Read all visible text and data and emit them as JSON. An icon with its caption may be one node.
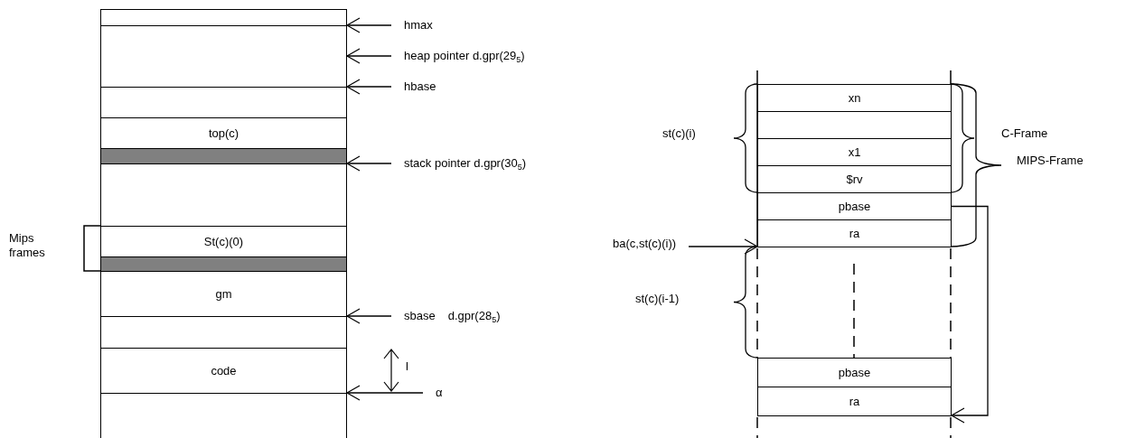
{
  "diagram": {
    "nodes": [
      {
        "text": [],
        "shape": "box"
      },
      {
        "text": [],
        "shape": "box"
      },
      {
        "text": [],
        "shape": "box"
      },
      {
        "text": [
          "top(c)"
        ]
      },
      {
        "text": [],
        "shape": "bar"
      },
      {
        "text": [],
        "shape": "box"
      },
      {
        "text": [
          "St(c)(0)"
        ]
      },
      {
        "text": [],
        "shape": "bar"
      },
      {
        "text": [
          "gm"
        ]
      },
      {
        "text": [],
        "shape": "box"
      },
      {
        "text": [
          "code"
        ]
      },
      {
        "text": [],
        "shape": "box"
      },
      {
        "text": [
          "hmax"
        ]
      },
      {
        "text": [
          "heap pointer d.gpr(29$_{5}$)"
        ]
      },
      {
        "text": [
          "hbase"
        ]
      },
      {
        "text": [
          "stack pointer d.gpr(30$_{5}$)"
        ]
      },
      {
        "text": [
          "sbase",
          "d.gpr(28$_{5}$)"
        ]
      },
      {
        "text": [
          "α"
        ]
      },
      {
        "text": [
          "xn"
        ]
      },
      {
        "text": [],
        "shape": "box"
      },
      {
        "text": [
          "x1"
        ]
      },
      {
        "text": [
          "$rv"
        ]
      },
      {
        "text": [
          "pbase"
        ]
      },
      {
        "text": [
          "ra"
        ]
      },
      {
        "text": [
          "pbase"
        ]
      },
      {
        "text": [
          "ra"
        ]
      },
      {
        "text": [
          "ba(c,st(c)(i))"
        ]
      }
    ],
    "edges": [
      {
        "from": 12,
        "to": 0,
        "arrow": "to"
      },
      {
        "from": 13,
        "to": 1,
        "arrow": "to"
      },
      {
        "from": 14,
        "to": 2,
        "arrow": "to"
      },
      {
        "from": 15,
        "to": 4,
        "arrow": "to"
      },
      {
        "from": 16,
        "to": 9,
        "arrow": "to"
      },
      {
        "from": 17,
        "to": 11,
        "arrow": "to"
      },
      {
        "from": 26,
        "to": 23,
        "arrow": "to"
      },
      {
        "from": 22,
        "to": 25,
        "arrow": "to"
      }
    ],
    "labels": [
      "Mips frames",
      "l",
      "st(c)(i)",
      "C-Frame",
      "MIPS-Frame",
      "st(c)(i-1)"
    ]
  }
}
